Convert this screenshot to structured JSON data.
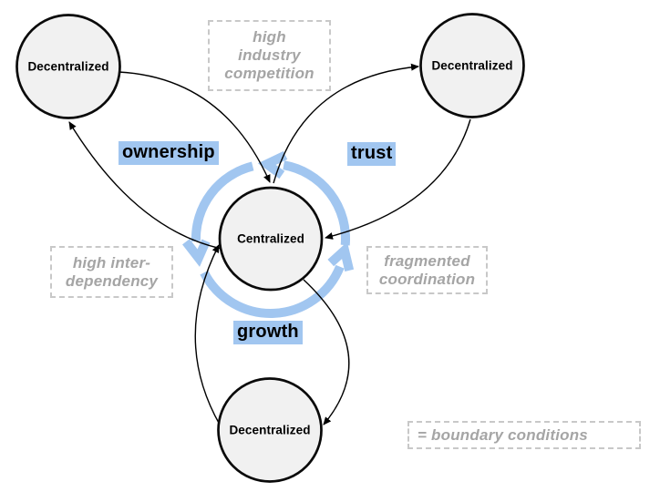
{
  "diagram": {
    "nodes": {
      "top_left": "Decentralized",
      "top_right": "Decentralized",
      "center": "Centralized",
      "bottom": "Decentralized"
    },
    "flow_labels": {
      "ownership": "ownership",
      "trust": "trust",
      "growth": "growth"
    },
    "boundary_conditions": {
      "industry": "high\nindustry\ncompetition",
      "interdependency": "high inter-\ndependency",
      "coordination": "fragmented\ncoordination"
    },
    "legend": "= boundary conditions",
    "colors": {
      "accent_blue": "#A1C6F0",
      "node_fill": "#F1F1F1",
      "node_stroke": "#000000",
      "muted_gray_text": "#A5A5A5",
      "dashed_border_gray": "#C8C8C8"
    }
  }
}
